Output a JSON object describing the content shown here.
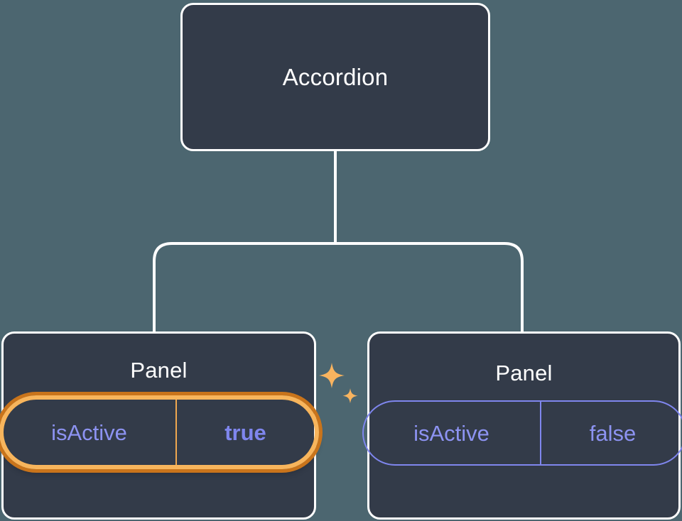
{
  "canvas": {
    "background_color": "#4c6670",
    "node_fill_color": "#333b49",
    "node_border_color": "#ffffff",
    "edge_color": "#ffffff",
    "accent_indigo": "#7f86ee",
    "accent_orange_inner": "#f8b55c",
    "accent_orange_outer": "#c9741b"
  },
  "tree": {
    "root": {
      "label": "Accordion"
    },
    "children": [
      {
        "label": "Panel",
        "highlighted": true,
        "props": [
          {
            "key": "isActive",
            "value": "true"
          }
        ],
        "decoration": "sparkles-icon"
      },
      {
        "label": "Panel",
        "highlighted": false,
        "props": [
          {
            "key": "isActive",
            "value": "false"
          }
        ]
      }
    ]
  }
}
